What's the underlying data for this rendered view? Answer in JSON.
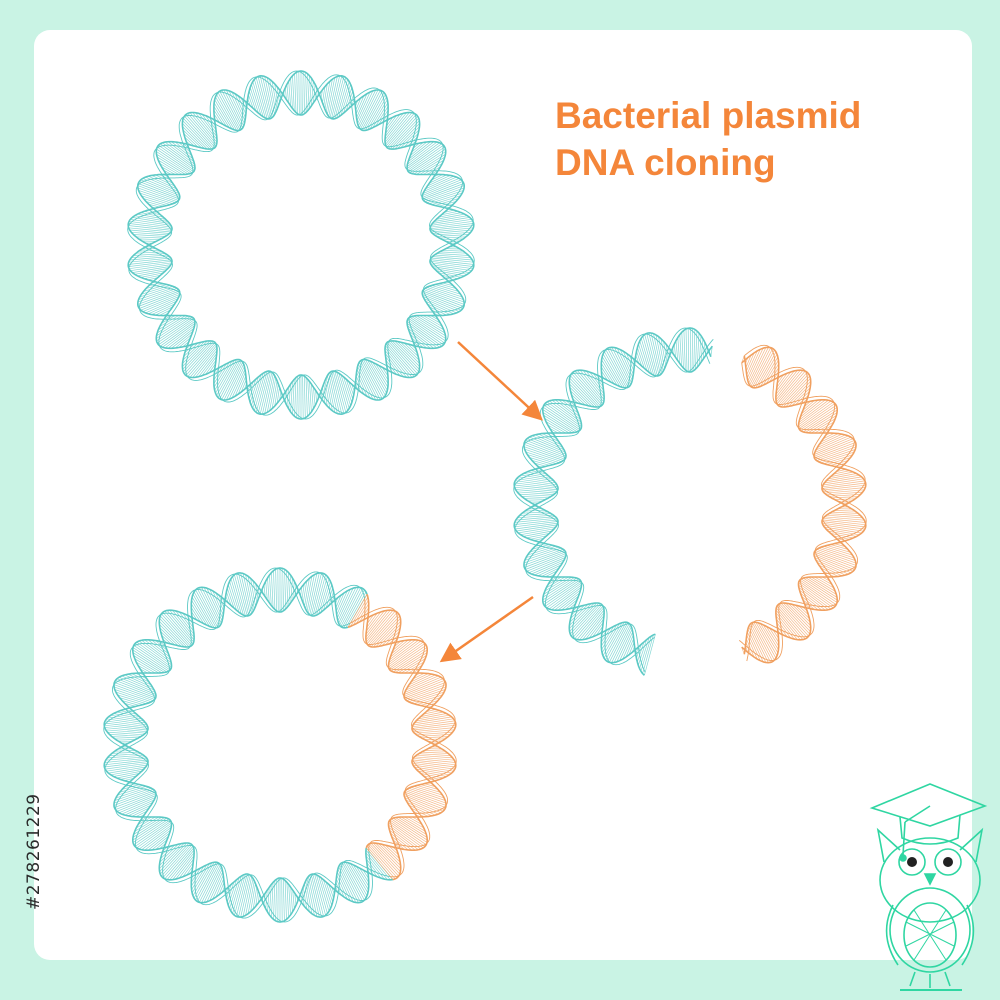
{
  "title": {
    "line1": "Bacterial plasmid",
    "line2": "DNA cloning"
  },
  "stock_id": "#278261229",
  "colors": {
    "frame": "#c9f3e4",
    "vector_dna": "#5cc9c5",
    "insert_dna": "#f0a060",
    "arrow": "#f4863a",
    "title": "#f4863a",
    "owl": "#2fd6a2"
  },
  "steps": [
    {
      "name": "intact-plasmid",
      "inserted": false
    },
    {
      "name": "cut-plasmid-with-insert",
      "inserted": true
    },
    {
      "name": "recombinant-plasmid",
      "inserted": true
    }
  ],
  "icons": [
    "owl-graduate-icon",
    "graduation-cap-icon"
  ]
}
